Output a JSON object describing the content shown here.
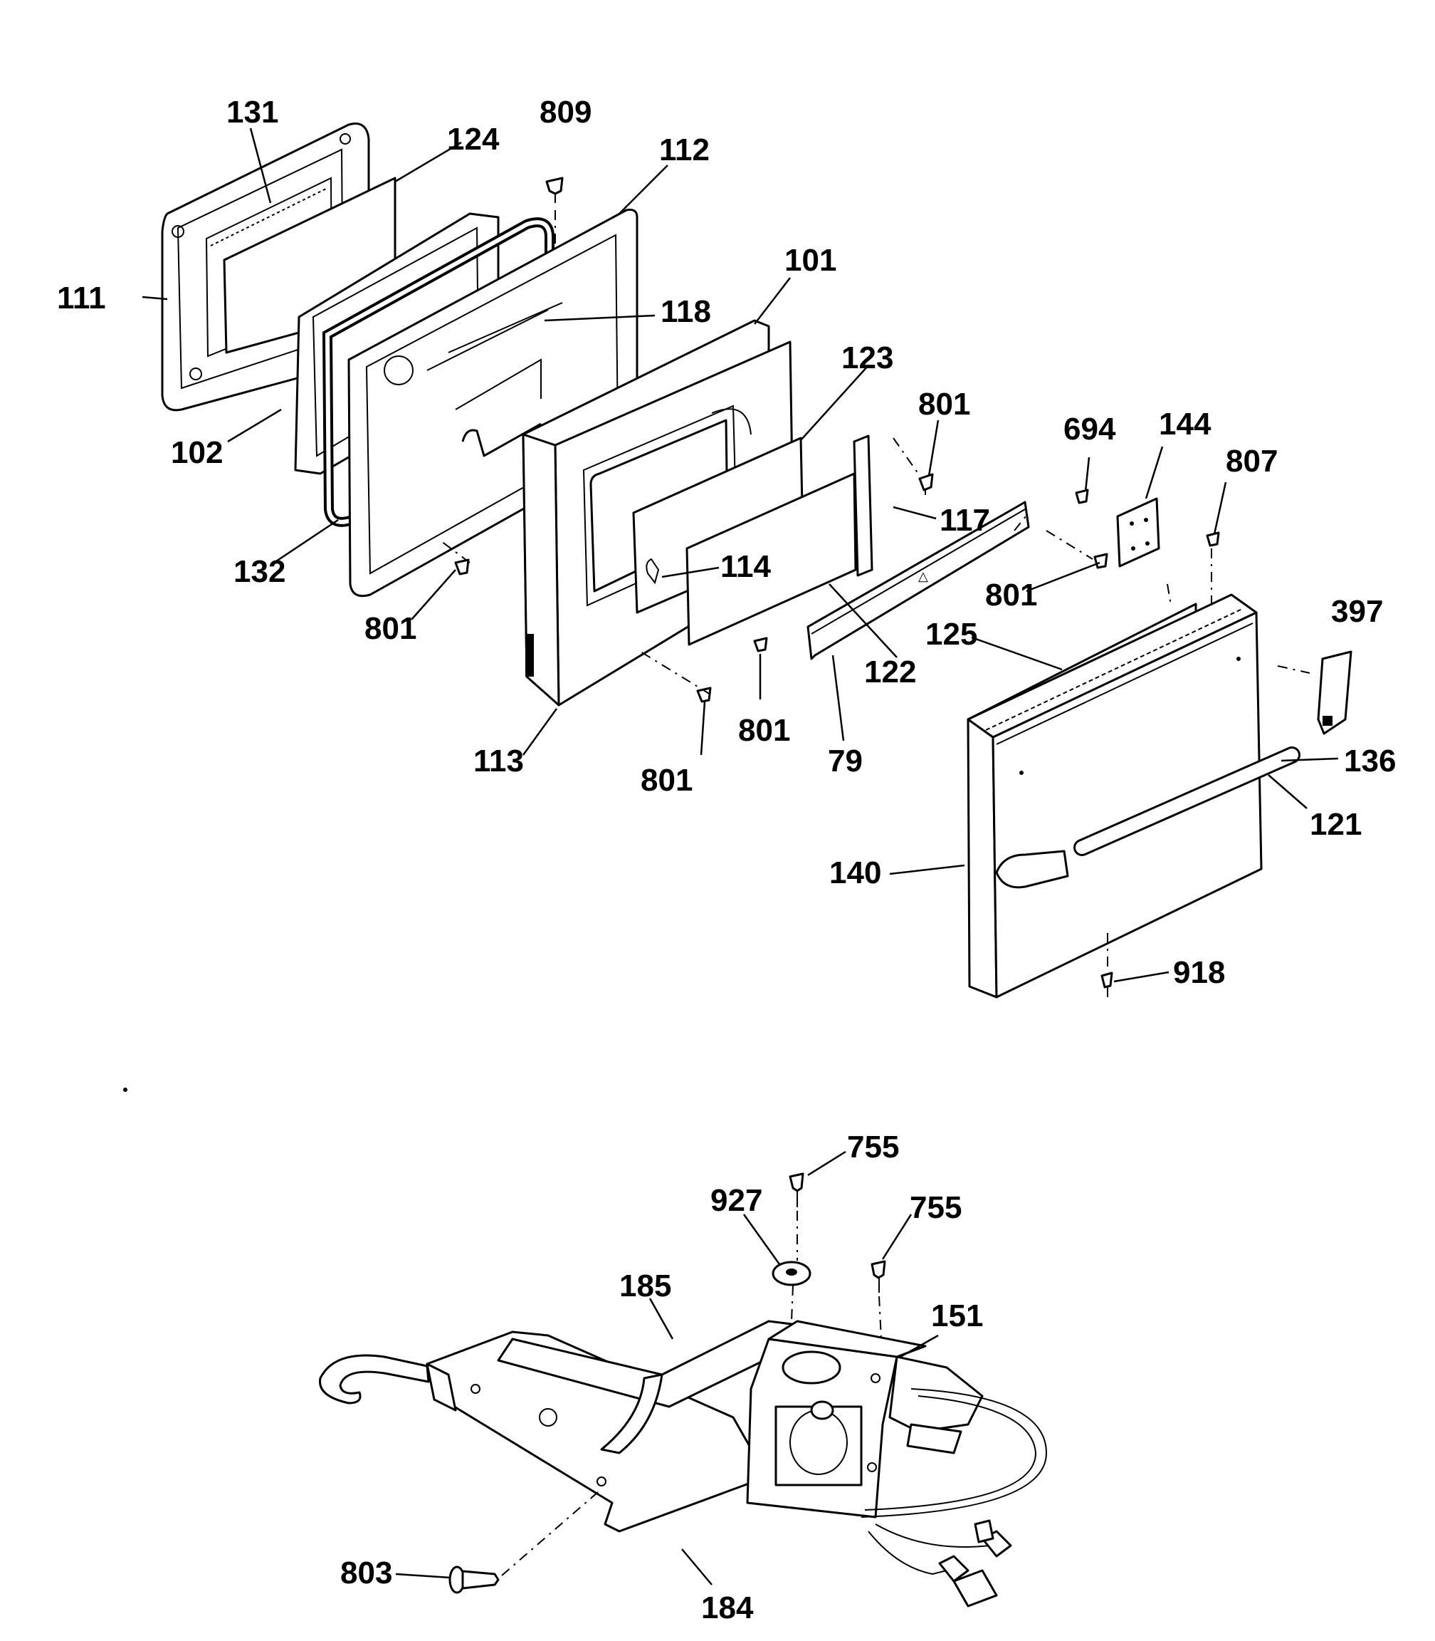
{
  "diagram": {
    "labels": {
      "p131": "131",
      "p124": "124",
      "p809": "809",
      "p112": "112",
      "p111": "111",
      "p118": "118",
      "p101": "101",
      "p102": "102",
      "p123": "123",
      "p801a": "801",
      "p694": "694",
      "p144": "144",
      "p807": "807",
      "p117": "117",
      "p132": "132",
      "p114": "114",
      "p801b": "801",
      "p801c": "801",
      "p125": "125",
      "p397": "397",
      "p122": "122",
      "p801d": "801",
      "p801e": "801",
      "p113": "113",
      "p79": "79",
      "p136": "136",
      "p121": "121",
      "p140": "140",
      "p918": "918",
      "p755a": "755",
      "p927": "927",
      "p755b": "755",
      "p185": "185",
      "p151": "151",
      "p803": "803",
      "p184": "184"
    }
  }
}
